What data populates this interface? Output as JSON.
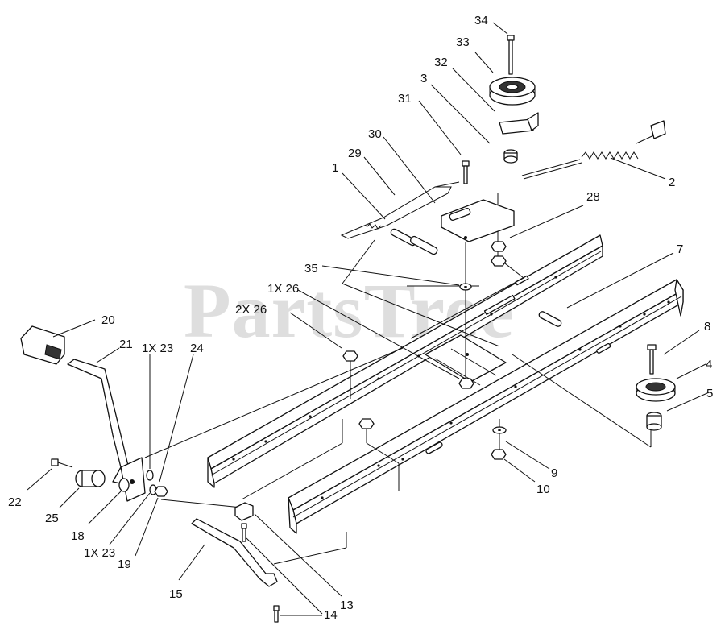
{
  "watermark": "PartsTree",
  "callouts": {
    "c34": "34",
    "c33": "33",
    "c32": "32",
    "c3": "3",
    "c31": "31",
    "c30": "30",
    "c29": "29",
    "c1": "1",
    "c2": "2",
    "c28": "28",
    "c7": "7",
    "c35": "35",
    "c1x26": "1X 26",
    "c2x26": "2X 26",
    "c20": "20",
    "c21": "21",
    "c1x23a": "1X 23",
    "c24": "24",
    "c8": "8",
    "c4": "4",
    "c5": "5",
    "c9": "9",
    "c10": "10",
    "c22": "22",
    "c25": "25",
    "c18": "18",
    "c1x23b": "1X 23",
    "c19": "19",
    "c15": "15",
    "c13": "13",
    "c14": "14"
  }
}
